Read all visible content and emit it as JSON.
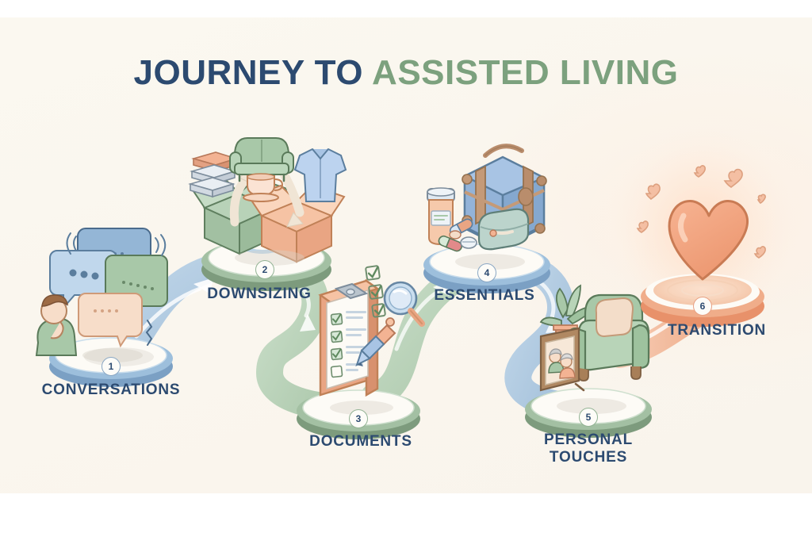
{
  "document": {
    "type": "infographic",
    "title_line_1": "JOURNEY TO",
    "title_line_2": "ASSISTED LIVING",
    "background_color": "#faf6ee",
    "title_color_primary": "#2c4a70",
    "title_color_secondary": "#7ca17e"
  },
  "chart_data": {
    "type": "diagram",
    "title": "JOURNEY TO ASSISTED LIVING",
    "layout": "zigzag process flow, 6 circular platforms connected by ribbon arrows, left to right",
    "categories": [
      "CONVERSATIONS",
      "DOWNSIZING",
      "DOCUMENTS",
      "ESSENTIALS",
      "PERSONAL TOUCHES",
      "TRANSITION"
    ],
    "values": [
      1,
      2,
      3,
      4,
      5,
      6
    ],
    "legend_position": "none",
    "grid": false
  },
  "steps": [
    {
      "number": "1",
      "label": "CONVERSATIONS",
      "platform_color": "#8aafd0",
      "icon": "speech-bubbles-person-icon",
      "icon_description": "person with four overlapping speech bubbles"
    },
    {
      "number": "2",
      "label": "DOWNSIZING",
      "platform_color": "#8fae8f",
      "icon": "moving-boxes-icon",
      "icon_description": "green and orange open boxes with books, sofa, teacup and shirt"
    },
    {
      "number": "3",
      "label": "DOCUMENTS",
      "platform_color": "#8fae8f",
      "icon": "clipboard-checklist-icon",
      "icon_description": "clipboard with checklist, pen, magnifying glass and checkmarks"
    },
    {
      "number": "4",
      "label": "ESSENTIALS",
      "platform_color": "#8aafd0",
      "icon": "suitcase-medication-icon",
      "icon_description": "blue suitcase, pill bottle, loose pills and toiletry bag"
    },
    {
      "number": "5",
      "label": "PERSONAL\nTOUCHES",
      "platform_color": "#8fae8f",
      "icon": "armchair-photo-plant-icon",
      "icon_description": "green armchair with pillow, framed photo of elderly couple, potted plant"
    },
    {
      "number": "6",
      "label": "TRANSITION",
      "platform_color": "#e8916a",
      "icon": "heart-icon",
      "icon_description": "large coral heart with small floating hearts and warm glow"
    }
  ],
  "connectors": [
    {
      "from": "1",
      "to": "2",
      "color": "#a9c4de",
      "name": "arrow-1-to-2"
    },
    {
      "from": "2",
      "to": "3",
      "color": "#b3cdb3",
      "name": "arrow-2-to-3"
    },
    {
      "from": "3",
      "to": "4",
      "color": "#b3cdb3",
      "name": "arrow-3-to-4"
    },
    {
      "from": "4",
      "to": "5",
      "color": "#a9c4de",
      "name": "arrow-4-to-5"
    },
    {
      "from": "5",
      "to": "6",
      "color": "#f0b79a",
      "name": "arrow-5-to-6"
    }
  ]
}
